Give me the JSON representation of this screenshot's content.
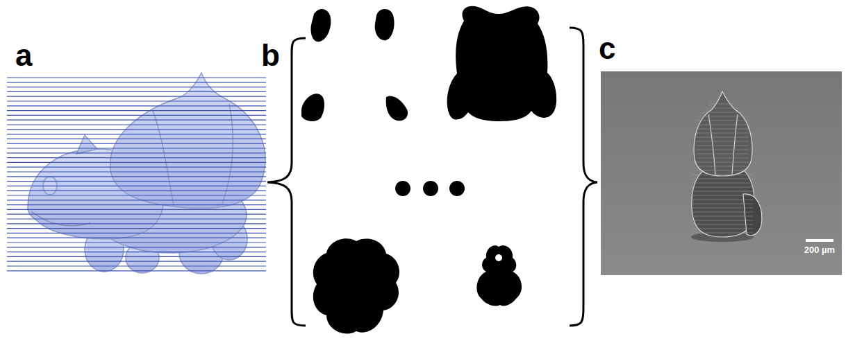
{
  "diagram": {
    "labels": [
      "a",
      "b",
      "c",
      "200 µm"
    ]
  }
}
